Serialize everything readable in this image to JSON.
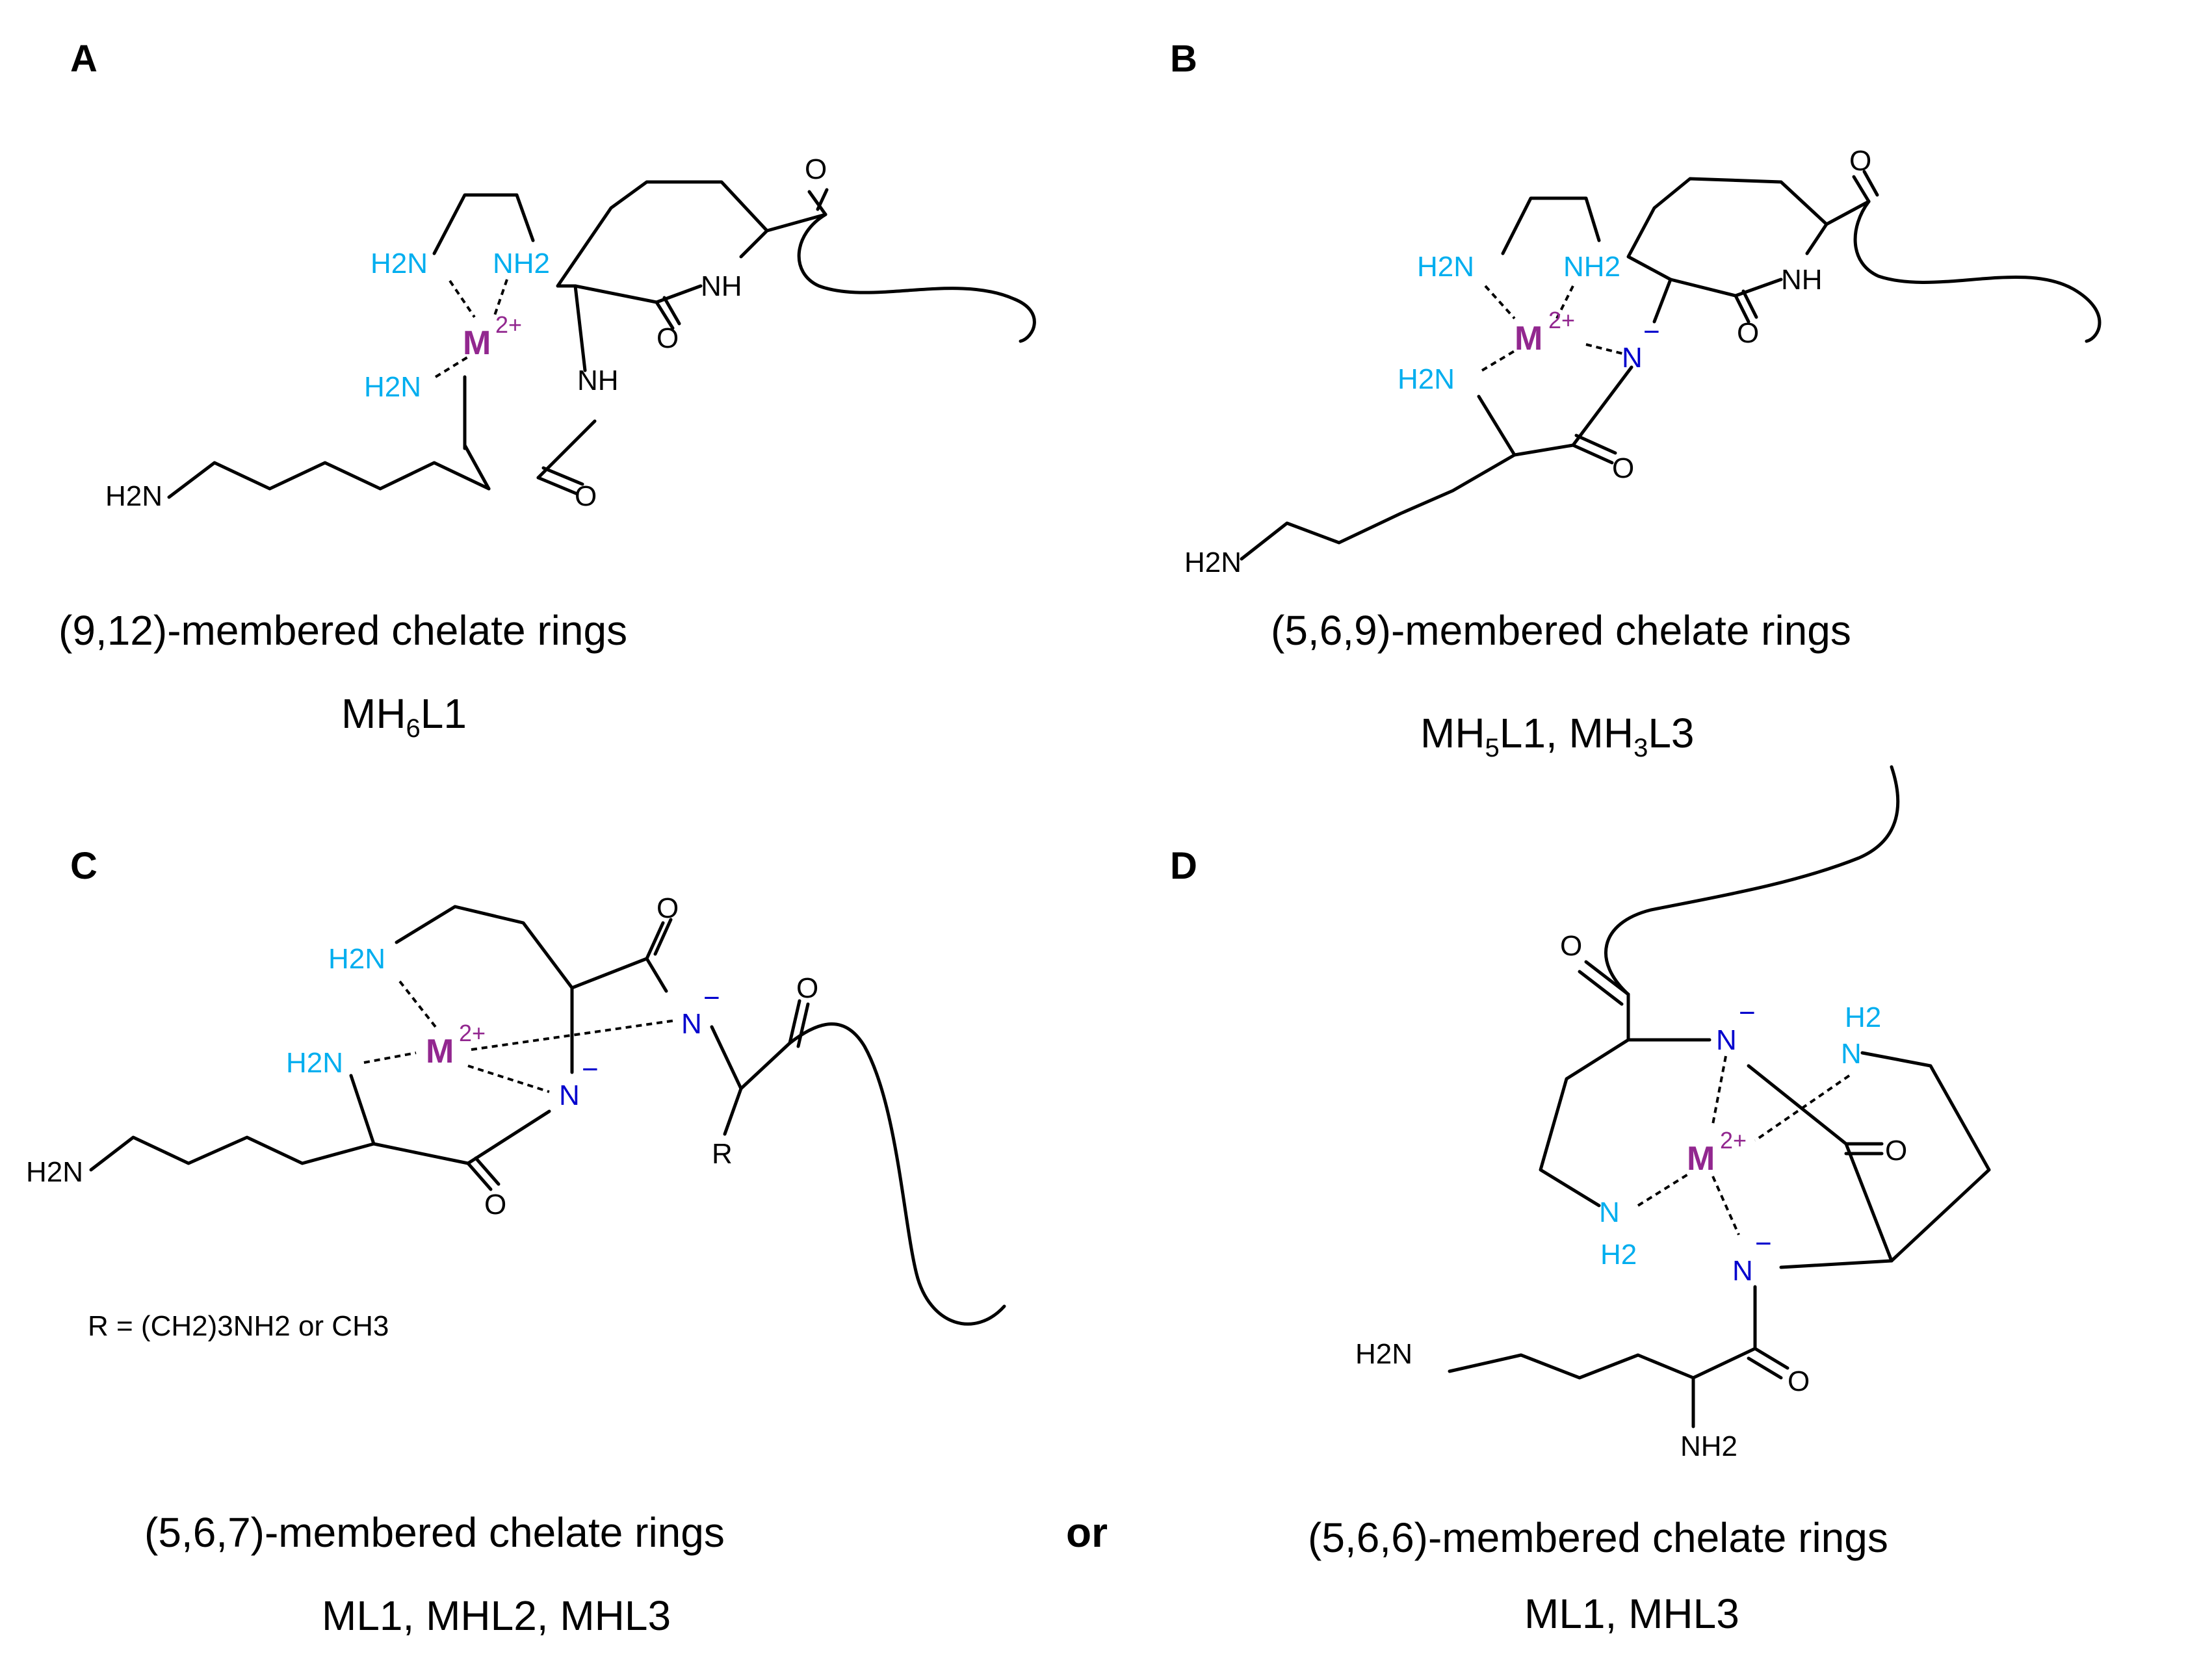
{
  "colors": {
    "amine": "#00aeef",
    "amide_n": "#0000cd",
    "metal": "#92278f",
    "ink": "#000000"
  },
  "labels": {
    "metal": "M",
    "metal_charge": "2+",
    "minus": "−"
  },
  "panels": {
    "A": {
      "letter": "A",
      "caption_rings": "(9,12)-membered chelate rings",
      "species": [
        {
          "base": "MH",
          "sub": "6",
          "rest": "L1"
        }
      ],
      "atoms": {
        "nh2_a": "H2N",
        "nh2_b": "NH2",
        "nh2_c": "H2N",
        "nh_1": "NH",
        "nh_2": "NH",
        "o_1": "O",
        "o_2": "O",
        "o_3": "O",
        "h2n_tail": "H2N"
      }
    },
    "B": {
      "letter": "B",
      "caption_rings": "(5,6,9)-membered chelate rings",
      "species": [
        {
          "base": "MH",
          "sub": "5",
          "rest": "L1, "
        },
        {
          "base": "MH",
          "sub": "3",
          "rest": "L3"
        }
      ],
      "atoms": {
        "nh2_a": "H2N",
        "nh2_b": "NH2",
        "nh2_c": "H2N",
        "n_minus": "N",
        "nh_1": "NH",
        "o_1": "O",
        "o_2": "O",
        "o_3": "O",
        "h2n_tail": "H2N"
      }
    },
    "C": {
      "letter": "C",
      "caption_rings": "(5,6,7)-membered chelate rings",
      "species_text": "ML1, MHL2, MHL3",
      "r_note": "R = (CH2)3NH2 or CH3",
      "atoms": {
        "nh2_a": "H2N",
        "nh2_c": "H2N",
        "n_minus_1": "N",
        "n_minus_2": "N",
        "o_1": "O",
        "o_2": "O",
        "o_3": "O",
        "r": "R",
        "h2n_tail": "H2N"
      }
    },
    "D": {
      "letter": "D",
      "caption_rings": "(5,6,6)-membered chelate rings",
      "species_text": "ML1, MHL3",
      "atoms": {
        "n_minus_1": "N",
        "n_minus_2": "N",
        "h2n_top": "H2",
        "n_top": "N",
        "n_bot": "N",
        "h2_bot": "H2",
        "o_1": "O",
        "o_2": "O",
        "o_3": "O",
        "h2n_tail": "H2N",
        "nh2_bottom": "NH2"
      }
    },
    "between": {
      "or": "or"
    }
  }
}
